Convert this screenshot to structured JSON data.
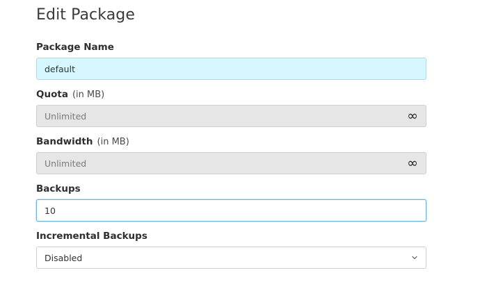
{
  "page": {
    "title": "Edit Package"
  },
  "fields": {
    "package_name": {
      "label": "Package Name",
      "value": "default"
    },
    "quota": {
      "label": "Quota",
      "unit": "(in MB)",
      "value": "Unlimited",
      "suffix_icon": "infinity-icon",
      "suffix_glyph": "∞"
    },
    "bandwidth": {
      "label": "Bandwidth",
      "unit": "(in MB)",
      "value": "Unlimited",
      "suffix_icon": "infinity-icon",
      "suffix_glyph": "∞"
    },
    "backups": {
      "label": "Backups",
      "value": "10"
    },
    "incremental_backups": {
      "label": "Incremental Backups",
      "selected": "Disabled"
    }
  },
  "colors": {
    "highlight_bg": "#d6f7fd",
    "disabled_bg": "#e6e6e6",
    "focus_border": "#6fb5d9"
  }
}
